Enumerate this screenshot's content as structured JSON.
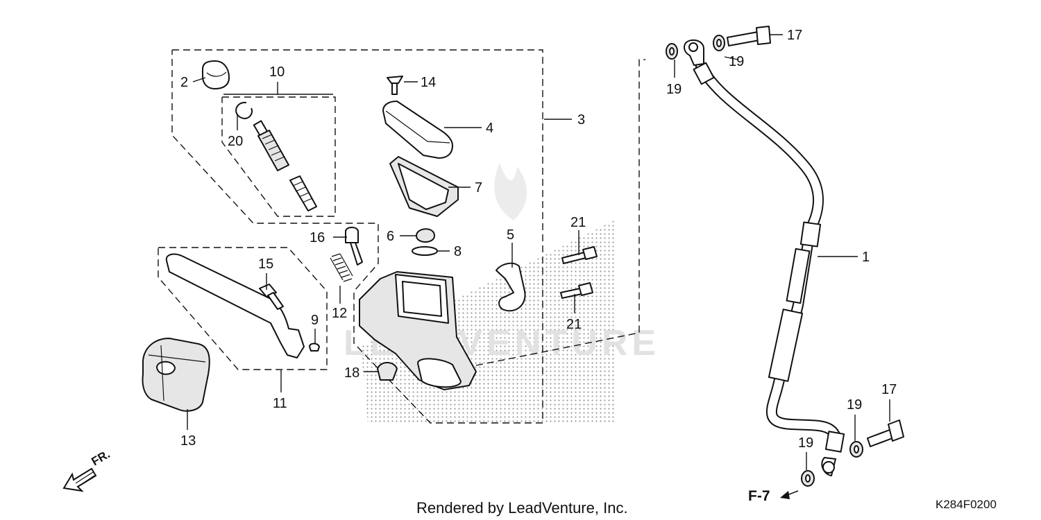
{
  "watermark": "LEADVENTURE",
  "callouts": {
    "c1": "1",
    "c2": "2",
    "c3": "3",
    "c4": "4",
    "c5": "5",
    "c6": "6",
    "c7": "7",
    "c8": "8",
    "c9": "9",
    "c10": "10",
    "c11": "11",
    "c12": "12",
    "c13": "13",
    "c14": "14",
    "c15": "15",
    "c16": "16",
    "c17a": "17",
    "c17b": "17",
    "c18": "18",
    "c19a": "19",
    "c19b": "19",
    "c19c": "19",
    "c19d": "19",
    "c20": "20",
    "c21a": "21",
    "c21b": "21"
  },
  "reference": "F-7",
  "direction": "FR.",
  "footer": {
    "rendered_by": "Rendered by LeadVenture, Inc.",
    "diagram_code": "K284F0200"
  }
}
